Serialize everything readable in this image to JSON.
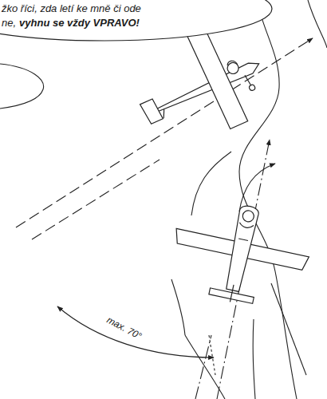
{
  "diagram": {
    "nodes": [
      {
        "text": [
          "žko říci, zda letí ke mně či ode",
          "ne,",
          "vyhnu se vždy VPRAVO!"
        ]
      }
    ],
    "labels": [
      "max. 70°"
    ]
  }
}
